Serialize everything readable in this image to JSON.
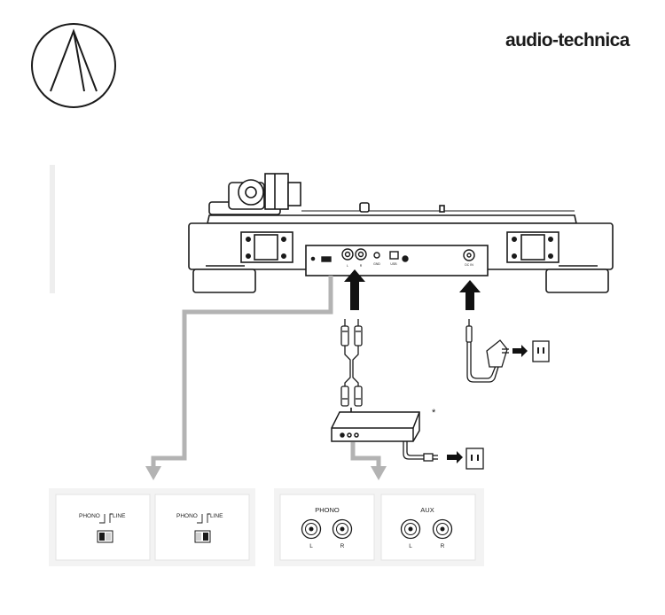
{
  "brand": {
    "name": "audio-technica",
    "logo_icon": "audio-technica-triangle-logo"
  },
  "turntable": {
    "pcb_labels": [
      "L",
      "R",
      "GND",
      "USB",
      "DC IN"
    ]
  },
  "amplifier": {
    "asterisk": "*"
  },
  "switch_panels": [
    {
      "phono_label": "PHONO",
      "line_label": "LINE",
      "position": "phono"
    },
    {
      "phono_label": "PHONO",
      "line_label": "LINE",
      "position": "line"
    }
  ],
  "input_panels": [
    {
      "title": "PHONO",
      "left": "L",
      "right": "R"
    },
    {
      "title": "AUX",
      "left": "L",
      "right": "R"
    }
  ],
  "colors": {
    "line": "#1a1a1a",
    "arrow_gray": "#b3b3b3",
    "panel_bg": "#f3f3f3"
  }
}
